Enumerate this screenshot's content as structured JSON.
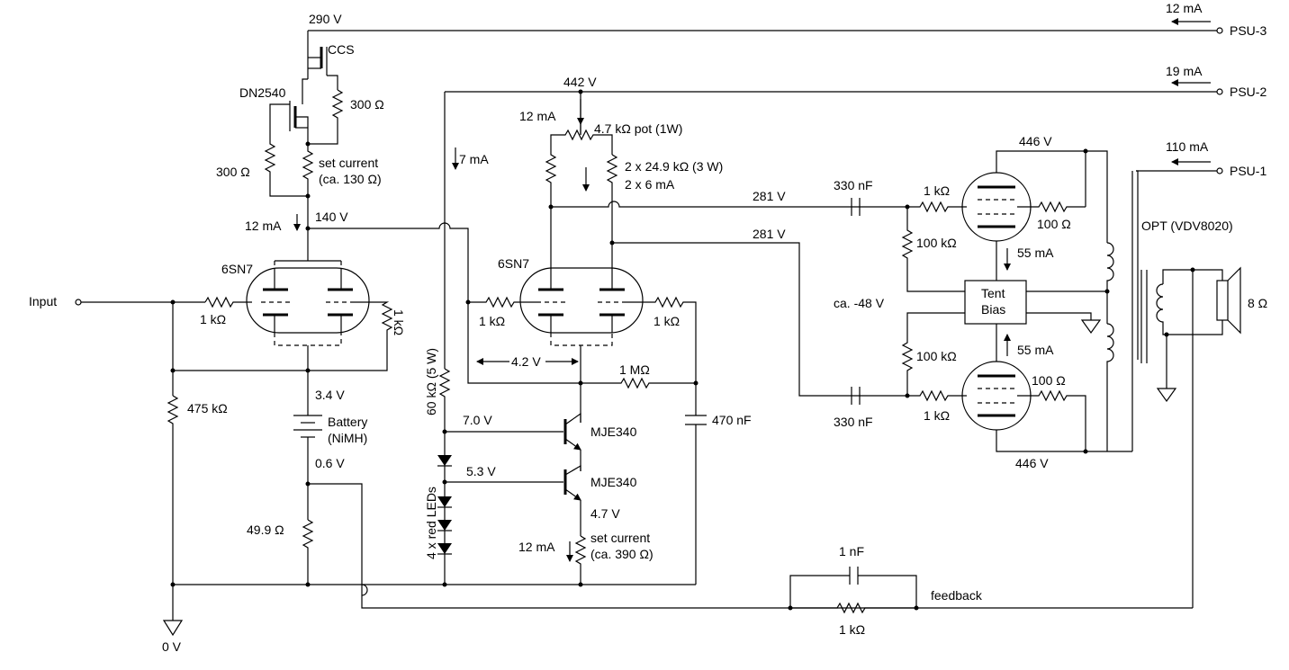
{
  "supplies": {
    "psu3": {
      "label": "PSU-3",
      "current": "12 mA"
    },
    "psu2": {
      "label": "PSU-2",
      "current": "19 mA"
    },
    "psu1": {
      "label": "PSU-1",
      "current": "110 mA"
    }
  },
  "ccs": {
    "supply_voltage": "290 V",
    "label": "CCS",
    "mosfet": "DN2540",
    "r_top": "300 Ω",
    "r_gate": "300 Ω",
    "set_current_line1": "set current",
    "set_current_line2": "(ca. 130 Ω)",
    "current": "12 mA",
    "plate_voltage": "140 V"
  },
  "input_stage": {
    "input_label": "Input",
    "tube": "6SN7",
    "grid_r": "1 kΩ",
    "grid_r2": "1 kΩ",
    "cathode_voltage": "3.4 V",
    "battery_line1": "Battery",
    "battery_line2": "(NiMH)",
    "battery_low": "0.6 V",
    "r_input": "475 kΩ",
    "r_fb": "49.9 Ω",
    "ground": "0 V"
  },
  "driver_stage": {
    "supply_voltage": "442 V",
    "current_left": "7 mA",
    "current_top": "12 mA",
    "pot": "4.7 kΩ pot (1W)",
    "plate_r_line1": "2 x 24.9 kΩ (3 W)",
    "plate_r_line2": "2 x 6 mA",
    "tube": "6SN7",
    "grid_r_left": "1 kΩ",
    "grid_r_right": "1 kΩ",
    "vgk": "4.2 V",
    "r_bias": "1 MΩ",
    "r_led": "60 kΩ (5 W)",
    "v_q1": "7.0 V",
    "v_q2": "5.3 V",
    "q1": "MJE340",
    "q2": "MJE340",
    "v_emitter": "4.7 V",
    "current_bottom": "12 mA",
    "set_current_line1": "set current",
    "set_current_line2": "(ca. 390 Ω)",
    "c_bypass": "470 nF",
    "leds": "4 x red LEDs"
  },
  "output_stage": {
    "v_upper": "281 V",
    "v_lower": "281 V",
    "c_upper": "330 nF",
    "c_lower": "330 nF",
    "grid_stop_upper": "1 kΩ",
    "grid_stop_lower": "1 kΩ",
    "grid_leak_upper": "100 kΩ",
    "grid_leak_lower": "100 kΩ",
    "screen_upper": "100 Ω",
    "screen_lower": "100 Ω",
    "plate_v_upper": "446 V",
    "plate_v_lower": "446 V",
    "i_upper": "55 mA",
    "i_lower": "55 mA",
    "bias_line1": "Tent",
    "bias_line2": "Bias",
    "bias_voltage": "ca. -48 V",
    "opt": "OPT (VDV8020)",
    "speaker": "8 Ω"
  },
  "feedback": {
    "cap": "1 nF",
    "res": "1 kΩ",
    "label": "feedback"
  }
}
